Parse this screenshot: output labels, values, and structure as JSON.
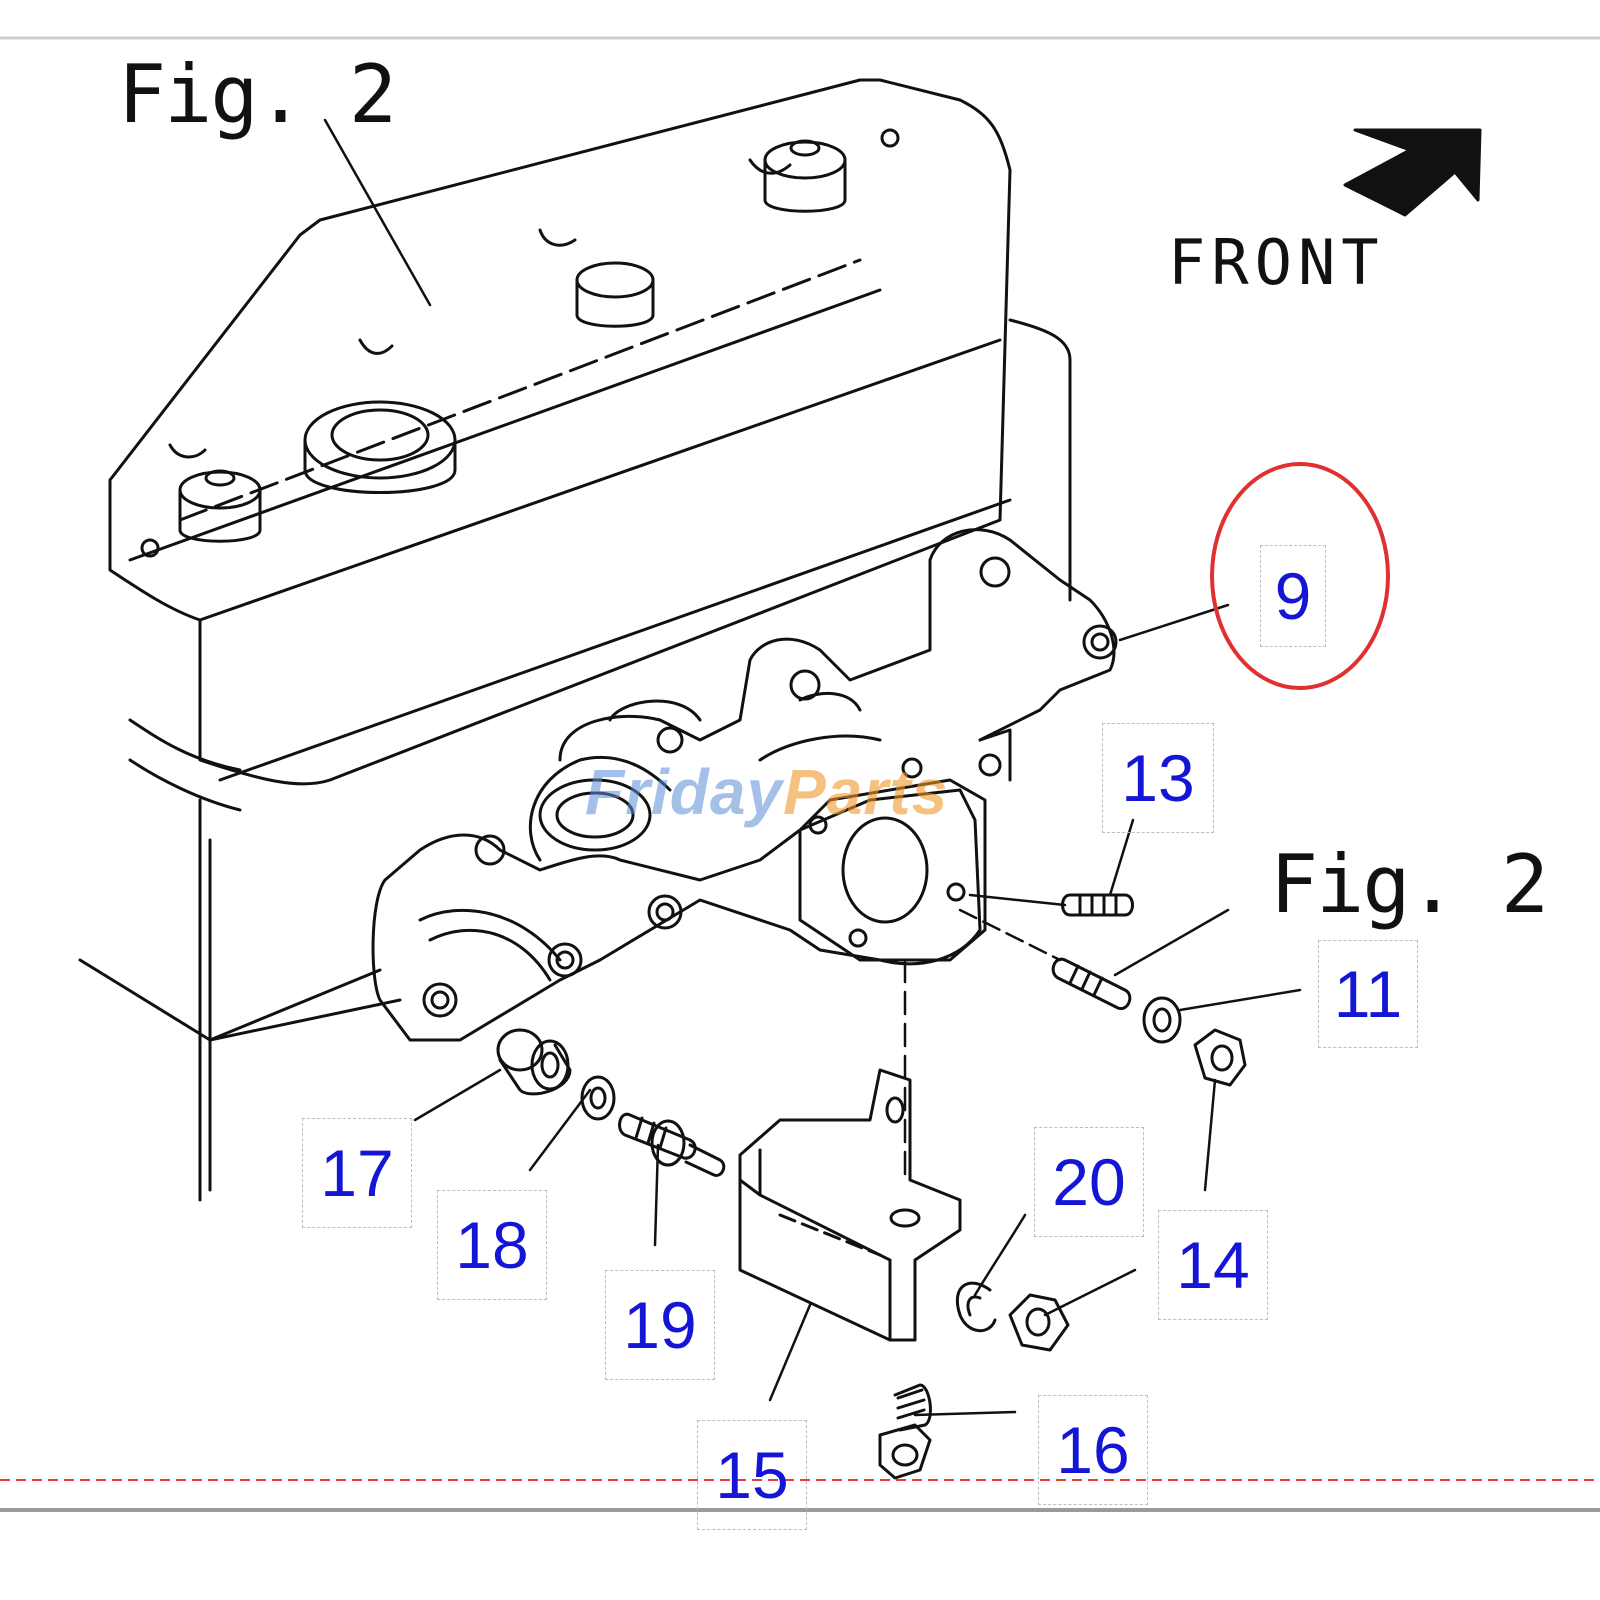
{
  "labels": {
    "fig_top": "Fig. 2",
    "fig_right": "Fig. 2",
    "front": "FRONT"
  },
  "callouts": [
    {
      "id": "9",
      "text": "9",
      "highlighted": true
    },
    {
      "id": "13",
      "text": "13"
    },
    {
      "id": "11",
      "text": "11"
    },
    {
      "id": "17",
      "text": "17"
    },
    {
      "id": "18",
      "text": "18"
    },
    {
      "id": "19",
      "text": "19"
    },
    {
      "id": "20",
      "text": "20"
    },
    {
      "id": "14",
      "text": "14"
    },
    {
      "id": "15",
      "text": "15"
    },
    {
      "id": "16",
      "text": "16"
    }
  ],
  "watermark": {
    "part1": "Friday",
    "part2": "Parts"
  },
  "colors": {
    "callout_text": "#1515d6",
    "highlight_circle": "#e03030",
    "line_art": "#111111",
    "dashed_box": "#bdbdbd",
    "bottom_rule": "#e04040"
  }
}
